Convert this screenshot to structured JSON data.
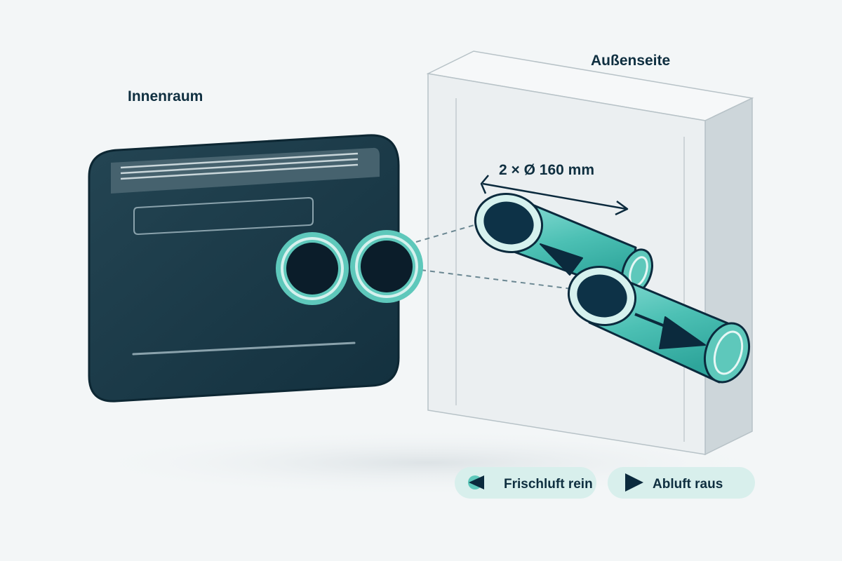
{
  "labels": {
    "inside": "Innenraum",
    "outside": "Außenseite",
    "dimension": "2 × Ø 160 mm"
  },
  "legend": [
    {
      "icon": "intake-arrow-icon",
      "text": "Frischluft rein"
    },
    {
      "icon": "exhaust-arrow-icon",
      "text": "Abluft raus"
    }
  ],
  "colors": {
    "background": "#f3f6f7",
    "unit_body": "#1d3c4a",
    "teal_accent": "#5ec8bb",
    "pipe_light": "#8fe0d8",
    "pipe_dark": "#2ea59b",
    "dark_navy": "#0b2a3d",
    "wall_front": "#ebeff1",
    "wall_side": "#cdd6da",
    "legend_pill": "#d8efec"
  }
}
